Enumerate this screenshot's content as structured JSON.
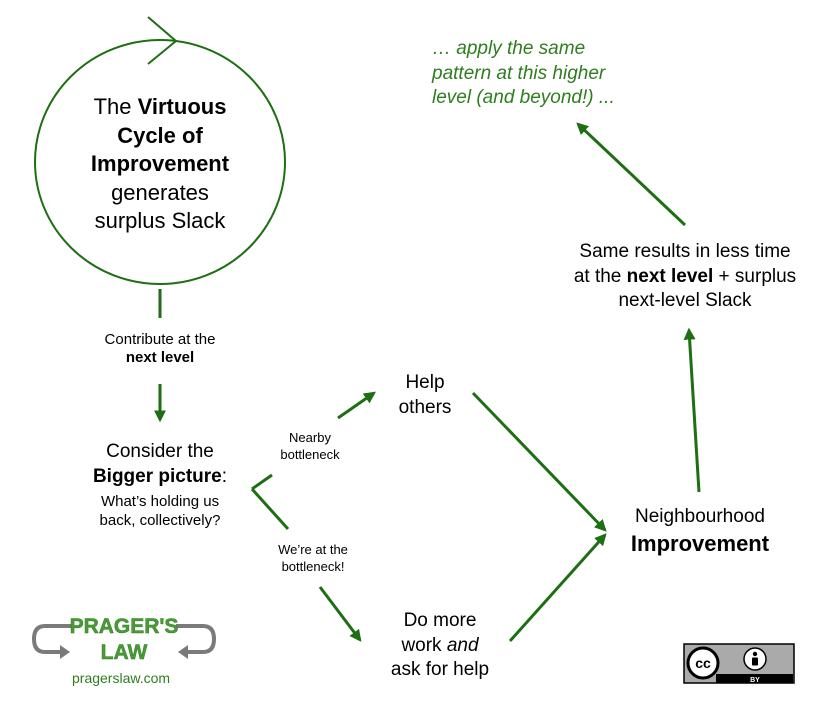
{
  "colors": {
    "green": "#1e6e13",
    "light_green": "#4a9a3a",
    "text": "#000000"
  },
  "cycle": {
    "pre": "The",
    "bold1": "Virtuous",
    "bold2": "Cycle of",
    "bold3": "Improvement",
    "line4": "generates",
    "line5": "surplus Slack"
  },
  "contribute": {
    "line1": "Contribute at the",
    "bold": "next level"
  },
  "consider": {
    "line1": "Consider the",
    "bold": "Bigger picture",
    "colon": ":",
    "q1": "What’s holding us",
    "q2": "back, collectively?"
  },
  "nearby": {
    "line1": "Nearby",
    "line2": "bottleneck"
  },
  "atbottleneck": {
    "line1": "We’re at the",
    "line2": "bottleneck!"
  },
  "help_others": {
    "line1": "Help",
    "line2": "others"
  },
  "do_more": {
    "line1": "Do more",
    "line2a": "work ",
    "line2b": "and",
    "line3": "ask for help"
  },
  "neighbourhood": {
    "line1": "Neighbourhood",
    "bold": "Improvement"
  },
  "same_results": {
    "line1": "Same results in less time",
    "line2a": "at the ",
    "line2b": "next level",
    "line2c": " + surplus",
    "line3": "next-level Slack"
  },
  "apply": {
    "line1": "… apply the same",
    "line2": "pattern at this higher",
    "line3": "level (and beyond!) ..."
  },
  "logo": {
    "word1": "PRAGER'S",
    "word2": "LAW",
    "url": "pragerslaw.com"
  },
  "license": {
    "cc": "cc",
    "by": "BY"
  }
}
